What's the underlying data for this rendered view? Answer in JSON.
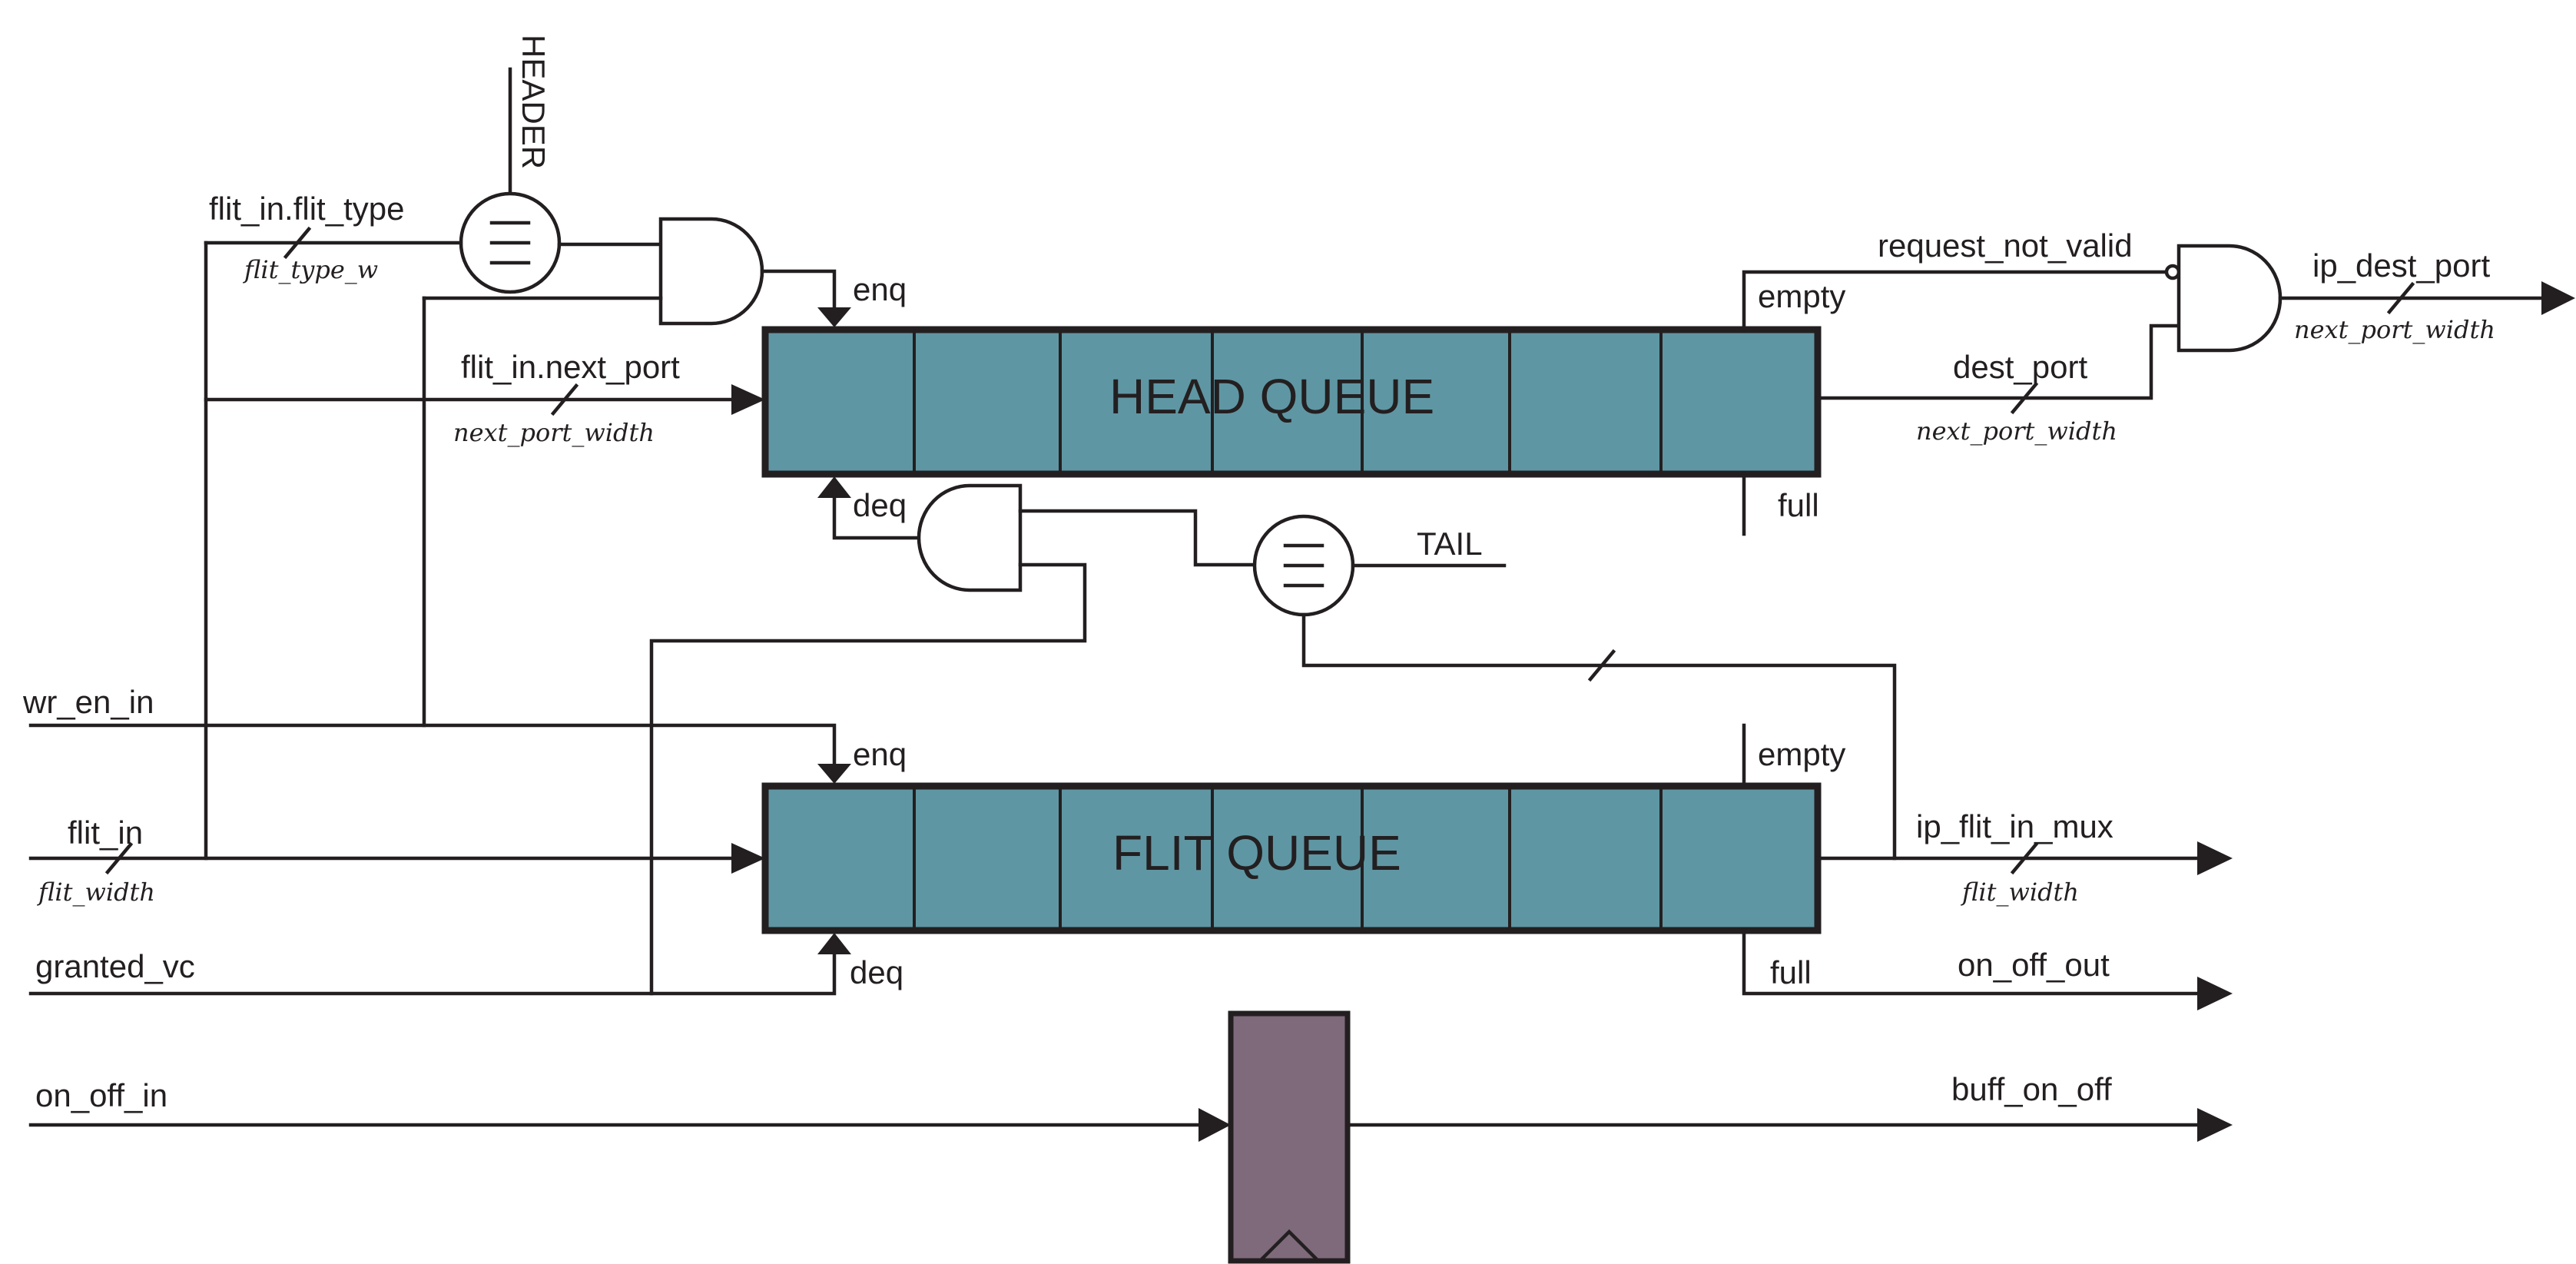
{
  "queues": {
    "head_label": "HEAD QUEUE",
    "flit_label": "FLIT QUEUE",
    "colors": {
      "queue_fill": "#5f96a3",
      "ff_fill": "#7e6a7b",
      "line": "#231f20"
    }
  },
  "ports": {
    "enq": "enq",
    "deq": "deq",
    "empty": "empty",
    "full": "full"
  },
  "inputs": {
    "wr_en_in": "wr_en_in",
    "flit_in": "flit_in",
    "flit_in_width": "flit_width",
    "granted_vc": "granted_vc",
    "on_off_in": "on_off_in",
    "flit_in_flit_type": "flit_in.flit_type",
    "flit_type_width": "flit_type_w",
    "flit_in_next_port": "flit_in.next_port",
    "next_port_width": "next_port_width"
  },
  "constants": {
    "header": "HEADER",
    "tail": "TAIL",
    "equal_symbol": "≡"
  },
  "outputs": {
    "request_not_valid": "request_not_valid",
    "ip_dest_port": "ip_dest_port",
    "ip_dest_port_width": "next_port_width",
    "dest_port": "dest_port",
    "dest_port_width": "next_port_width",
    "ip_flit_in_mux": "ip_flit_in_mux",
    "ip_flit_in_mux_width": "flit_width",
    "on_off_out": "on_off_out",
    "buff_on_off": "buff_on_off"
  }
}
